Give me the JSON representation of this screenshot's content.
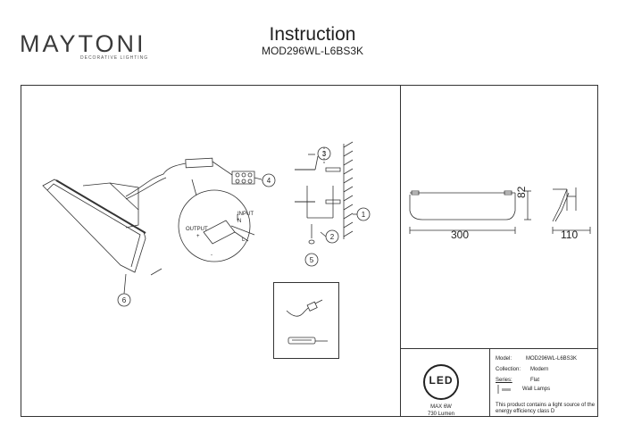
{
  "brand": {
    "name": "MAYTONI",
    "tagline": "DECORATIVE LIGHTING"
  },
  "header": {
    "title": "Instruction",
    "model": "MOD296WL-L6BS3K"
  },
  "diagram": {
    "callouts": [
      "1",
      "2",
      "3",
      "4",
      "5",
      "6"
    ],
    "input_label": "INPUT",
    "n_label": "N",
    "l_label": "L",
    "output_label": "OUTPUT",
    "plus": "+",
    "minus": "-"
  },
  "dimensions": {
    "height": "82",
    "width": "300",
    "depth": "110"
  },
  "specs": {
    "max_power": "MAX 6W",
    "lumen": "730 Lumen",
    "led_logo": "LED"
  },
  "info": {
    "model_label": "Model:",
    "model_value": "MOD296WL-L6BS3K",
    "collection_label": "Collection:",
    "collection_value": "Modern",
    "series_label": "Series:",
    "series_value": "Flat",
    "type_value": "Wall Lamps",
    "energy_note_1": "This product contains a light source of the",
    "energy_note_2": "energy efficiency class D"
  }
}
